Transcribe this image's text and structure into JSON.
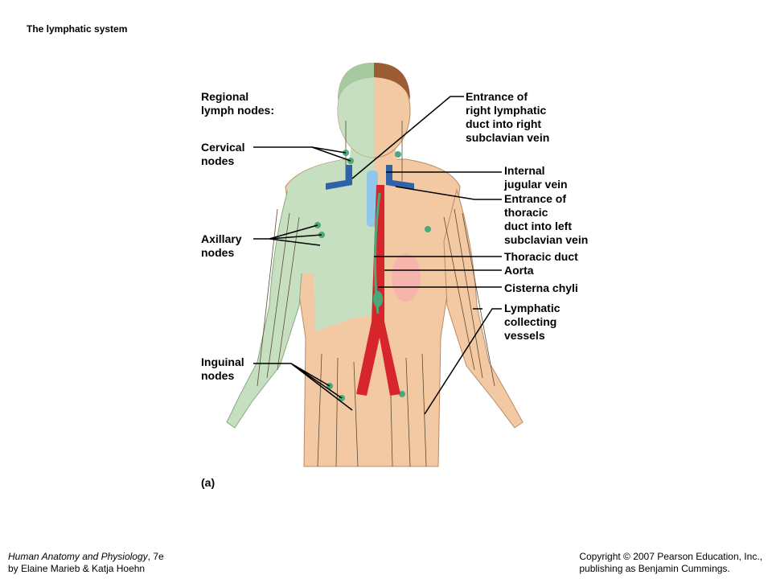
{
  "slide_title": "The lymphatic system",
  "labels": {
    "regional": "Regional\nlymph nodes:",
    "cervical": "Cervical\nnodes",
    "axillary": "Axillary\nnodes",
    "inguinal": "Inguinal\nnodes",
    "panel": "(a)",
    "entrance_right": "Entrance of\nright lymphatic\nduct into right\nsubclavian vein",
    "internal_jugular": "Internal\njugular vein",
    "entrance_thoracic": "Entrance of\nthoracic\nduct into left\nsubclavian vein",
    "thoracic_duct": "Thoracic duct",
    "aorta": "Aorta",
    "cisterna": "Cisterna chyli",
    "lymphatic_vessels": "Lymphatic\ncollecting\nvessels"
  },
  "footer": {
    "book_title": "Human Anatomy and Physiology",
    "edition": ", 7e",
    "authors": "by Elaine Marieb & Katja Hoehn",
    "copyright": "Copyright © 2007 Pearson Education, Inc.,",
    "publisher": "publishing as Benjamin Cummings."
  },
  "colors": {
    "skin": "#f3c9a3",
    "drained_region": "#c6dfc0",
    "lymph_green": "#4aa87a",
    "hair": "#9b5b33",
    "artery_red": "#d7262b",
    "vein_blue": "#2f62a8",
    "trachea_blue": "#8fc8e8",
    "vessel_line": "#5c4a33"
  }
}
